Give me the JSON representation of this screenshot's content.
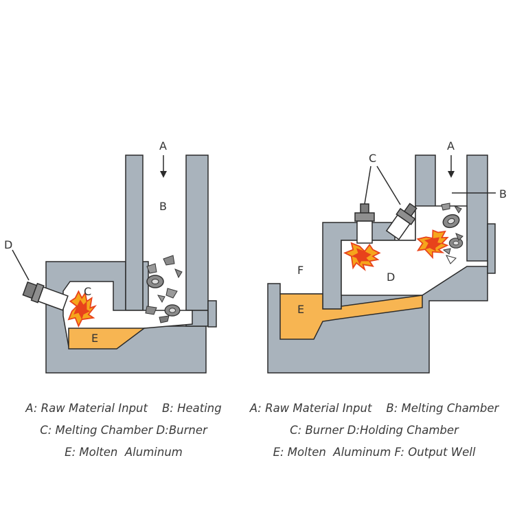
{
  "colors": {
    "wall": "#a9b3bc",
    "wall_outline": "#2b2b2b",
    "molten": "#f7b552",
    "nozzle": "#7d7d7d",
    "flame_outer": "#f6a51c",
    "flame_inner": "#e8421b",
    "scrap": "#7a7a7a",
    "text": "#333333"
  },
  "left_diagram": {
    "labels": {
      "a": "A",
      "b": "B",
      "c": "C",
      "d": "D",
      "e": "E"
    },
    "legend": {
      "line1": "A: Raw Material Input    B: Heating",
      "line2": "C: Melting Chamber D:Burner",
      "line3": "E: Molten  Aluminum"
    }
  },
  "right_diagram": {
    "labels": {
      "a": "A",
      "b": "B",
      "c": "C",
      "d": "D",
      "e": "E",
      "f": "F"
    },
    "legend": {
      "line1": "A: Raw Material Input    B: Melting Chamber",
      "line2": "C: Burner D:Holding Chamber",
      "line3": "E: Molten  Aluminum F: Output Well"
    }
  }
}
